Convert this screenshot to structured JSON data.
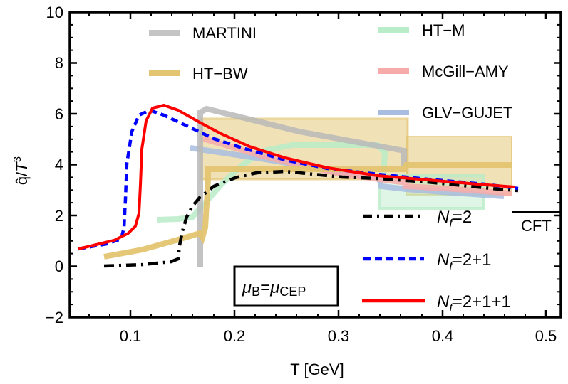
{
  "chart_data": {
    "type": "line",
    "title": "",
    "xlabel": "T  [GeV]",
    "ylabel": "q̂/T³",
    "xlim": [
      0.045,
      0.525
    ],
    "ylim": [
      -2,
      10
    ],
    "xticks": [
      "0.1",
      "0.2",
      "0.3",
      "0.4",
      "0.5"
    ],
    "yticks": [
      "-2",
      "0",
      "2",
      "4",
      "6",
      "8",
      "10"
    ],
    "grid": false,
    "annotation_box": "μB=μCEP",
    "cft_label": "CFT",
    "series": [
      {
        "name": "Nf=2",
        "style": "dash-dot",
        "color": "#000000",
        "x": [
          0.075,
          0.12,
          0.15,
          0.16,
          0.165,
          0.17,
          0.18,
          0.2,
          0.23,
          0.26,
          0.3,
          0.34,
          0.38,
          0.42,
          0.46,
          0.475
        ],
        "y": [
          0.05,
          0.1,
          0.25,
          0.8,
          1.8,
          2.6,
          3.2,
          3.55,
          3.75,
          3.7,
          3.55,
          3.4,
          3.3,
          3.2,
          3.05,
          3.0
        ]
      },
      {
        "name": "Nf=2+1",
        "style": "dashed",
        "color": "#0000ff",
        "x": [
          0.05,
          0.08,
          0.09,
          0.095,
          0.1,
          0.11,
          0.12,
          0.14,
          0.17,
          0.2,
          0.25,
          0.3,
          0.35,
          0.4,
          0.45,
          0.475
        ],
        "y": [
          0.7,
          1.0,
          1.3,
          2.5,
          4.5,
          5.8,
          6.1,
          5.8,
          5.2,
          4.8,
          4.3,
          3.9,
          3.6,
          3.4,
          3.2,
          3.1
        ]
      },
      {
        "name": "Nf=2+1+1",
        "style": "solid",
        "color": "#ff0000",
        "x": [
          0.05,
          0.09,
          0.105,
          0.11,
          0.115,
          0.12,
          0.13,
          0.14,
          0.17,
          0.2,
          0.25,
          0.3,
          0.35,
          0.4,
          0.45,
          0.47
        ],
        "y": [
          0.7,
          1.1,
          1.6,
          3.5,
          5.6,
          6.2,
          6.35,
          6.3,
          5.6,
          5.0,
          4.3,
          3.85,
          3.55,
          3.4,
          3.25,
          3.2
        ]
      }
    ],
    "model_bands": [
      {
        "name": "MARTINI",
        "color": "#c4c4c4",
        "x": [
          0.165,
          0.165,
          0.17,
          0.35,
          0.365,
          0.365
        ],
        "y": [
          0.0,
          5.95,
          6.15,
          4.7,
          4.55,
          3.9
        ]
      },
      {
        "name": "HT-BW",
        "color": "#e3c470",
        "x": [
          0.075,
          0.16,
          0.165,
          0.17,
          0.175,
          0.37,
          0.47
        ],
        "y": [
          0.4,
          1.3,
          1.1,
          3.5,
          4.5,
          4.5,
          4.2
        ],
        "band_low": [
          3.45,
          3.45,
          2.8
        ],
        "band_high": [
          5.75,
          5.75,
          5.1
        ]
      },
      {
        "name": "HT-M",
        "color": "#b9ecc8",
        "x": [
          0.13,
          0.15,
          0.17,
          0.2,
          0.25,
          0.3,
          0.34,
          0.44
        ],
        "y": [
          1.8,
          1.85,
          2.0,
          3.0,
          4.0,
          4.2,
          3.0,
          2.6
        ]
      },
      {
        "name": "McGill-AMY",
        "color": "#f7aaaa",
        "x": [
          0.17,
          0.2,
          0.25,
          0.3,
          0.37,
          0.47
        ],
        "y": [
          5.0,
          4.6,
          4.2,
          3.9,
          3.5,
          2.85
        ]
      },
      {
        "name": "GLV-GUJET",
        "color": "#a8bde0",
        "x": [
          0.16,
          0.2,
          0.25,
          0.3,
          0.34,
          0.44
        ],
        "y": [
          4.65,
          4.3,
          4.0,
          3.7,
          3.0,
          2.75
        ]
      }
    ]
  },
  "legend": {
    "models": [
      {
        "label": "MARTINI",
        "color": "#c4c4c4"
      },
      {
        "label": "HT−BW",
        "color": "#e3c470"
      },
      {
        "label": "HT−M",
        "color": "#b9ecc8"
      },
      {
        "label": "McGill−AMY",
        "color": "#f7aaaa"
      },
      {
        "label": "GLV−GUJET",
        "color": "#a8bde0"
      }
    ],
    "flavors": [
      {
        "N": "N",
        "sub": "f",
        "rest": "=2"
      },
      {
        "N": "N",
        "sub": "f",
        "rest": "=2+1"
      },
      {
        "N": "N",
        "sub": "f",
        "rest": "=2+1+1"
      }
    ]
  },
  "axes": {
    "xlabel": "T  [GeV]",
    "ylabel_q": "q̂/",
    "ylabel_T": "T",
    "ylabel_exp": "3",
    "xticks": [
      "0.1",
      "0.2",
      "0.3",
      "0.4",
      "0.5"
    ],
    "yticks": [
      "−2",
      "0",
      "2",
      "4",
      "6",
      "8",
      "10"
    ]
  },
  "annotation": {
    "mu": "μ",
    "sub_B": "B",
    "eq": "=",
    "mu2": "μ",
    "sub_CEP": "CEP"
  },
  "cft": {
    "label": "CFT"
  }
}
